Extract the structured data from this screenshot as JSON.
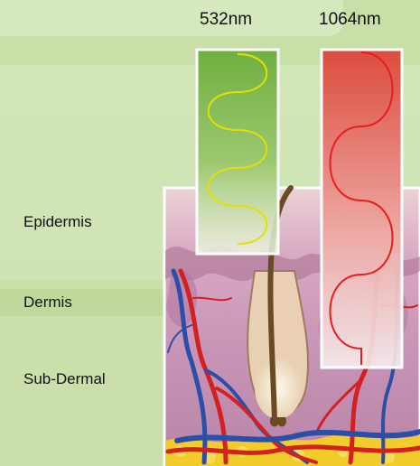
{
  "wavelengths": {
    "green": {
      "label": "532nm",
      "beam_color": "#7fb84a",
      "wave_color": "#e6e000"
    },
    "red": {
      "label": "1064nm",
      "beam_color": "#e05545",
      "wave_color": "#e81c1c"
    }
  },
  "layers": {
    "epidermis": "Epidermis",
    "dermis": "Dermis",
    "subdermal": "Sub-Dermal"
  },
  "colors": {
    "background": "#c9dfa8",
    "skin": "#c89ab8",
    "epidermis_top": "#e8c8c8",
    "blood_vessel_red": "#d42020",
    "blood_vessel_blue": "#2a4fa8",
    "fat": "#f0c828",
    "hair": "#6a4a20"
  }
}
